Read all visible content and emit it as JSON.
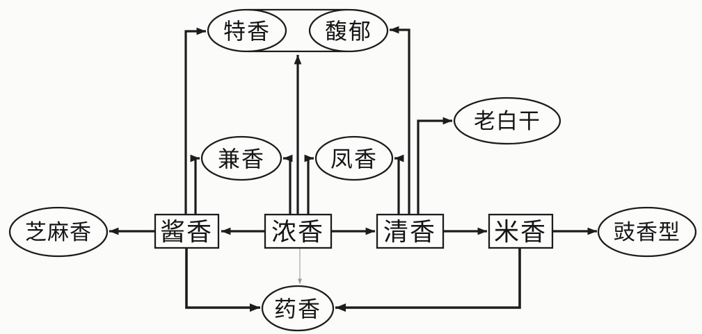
{
  "diagram": {
    "description_colors": {
      "line": "#1c1c1c",
      "thin_line": "#9b9b9b",
      "background": "#fbfbfa",
      "node_fill": "#fcfcfb",
      "text": "#151515"
    },
    "nodes": {
      "texiang": {
        "label": "特香",
        "shape": "ellipse"
      },
      "fuyu": {
        "label": "馥郁",
        "shape": "ellipse"
      },
      "laobaigan": {
        "label": "老白干",
        "shape": "ellipse"
      },
      "jianxiang": {
        "label": "兼香",
        "shape": "ellipse"
      },
      "fengxiang": {
        "label": "凤香",
        "shape": "ellipse"
      },
      "zhimaxiang": {
        "label": "芝麻香",
        "shape": "ellipse"
      },
      "jiangxiang": {
        "label": "酱香",
        "shape": "rect"
      },
      "nongxiang": {
        "label": "浓香",
        "shape": "rect"
      },
      "qingxiang": {
        "label": "清香",
        "shape": "rect"
      },
      "mixiang": {
        "label": "米香",
        "shape": "rect"
      },
      "chixiangxing": {
        "label": "豉香型",
        "shape": "ellipse"
      },
      "yaoxiang": {
        "label": "药香",
        "shape": "ellipse"
      }
    },
    "edges": [
      {
        "from": "浓香",
        "to": "酱香",
        "style": "solid"
      },
      {
        "from": "浓香",
        "to": "清香",
        "style": "solid"
      },
      {
        "from": "清香",
        "to": "米香",
        "style": "solid"
      },
      {
        "from": "米香",
        "to": "豉香型",
        "style": "solid"
      },
      {
        "from": "酱香",
        "to": "芝麻香",
        "style": "solid"
      },
      {
        "from": "酱香",
        "to": "特香",
        "style": "solid"
      },
      {
        "from": "酱香",
        "to": "兼香",
        "style": "solid"
      },
      {
        "from": "浓香",
        "to": "兼香",
        "style": "solid"
      },
      {
        "from": "浓香",
        "to": "特香/馥郁组",
        "style": "solid"
      },
      {
        "from": "浓香",
        "to": "凤香",
        "style": "solid"
      },
      {
        "from": "清香",
        "to": "凤香",
        "style": "solid"
      },
      {
        "from": "清香",
        "to": "馥郁",
        "style": "solid"
      },
      {
        "from": "清香",
        "to": "老白干",
        "style": "solid"
      },
      {
        "from": "酱香",
        "to": "药香",
        "style": "solid"
      },
      {
        "from": "米香",
        "to": "药香",
        "style": "solid"
      },
      {
        "from": "浓香",
        "to": "药香",
        "style": "thin"
      }
    ]
  }
}
